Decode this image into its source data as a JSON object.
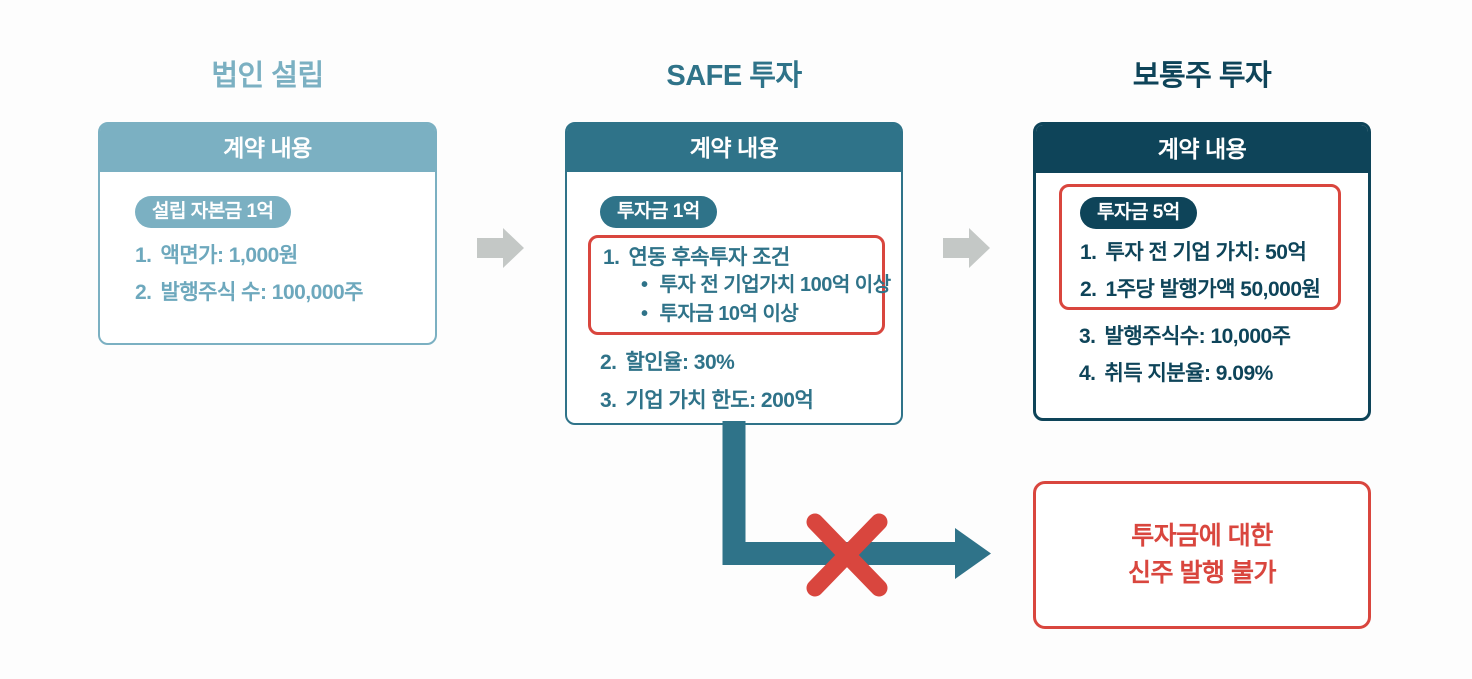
{
  "palette": {
    "light": "#7bb0c2",
    "light-text": "#6da8bd",
    "mid": "#2f7389",
    "dark": "#0e4459",
    "red": "#d9463e",
    "gray": "#c4c8c6",
    "arrow": "#2f7389",
    "bg": "#fdfdfd"
  },
  "columns": [
    {
      "title": "법인 설립",
      "card": {
        "header": "계약 내용",
        "badge": "설립 자본금 1억",
        "items": [
          {
            "num": "1.",
            "text": "액면가: 1,000원"
          },
          {
            "num": "2.",
            "text": "발행주식 수: 100,000주"
          }
        ]
      }
    },
    {
      "title": "SAFE 투자",
      "card": {
        "header": "계약 내용",
        "badge": "투자금 1억",
        "highlight": {
          "item": {
            "num": "1.",
            "text": "연동 후속투자 조건"
          },
          "bullets": [
            "투자 전 기업가치 100억 이상",
            "투자금 10억 이상"
          ]
        },
        "items": [
          {
            "num": "2.",
            "text": "할인율: 30%"
          },
          {
            "num": "3.",
            "text": "기업 가치 한도: 200억"
          }
        ]
      }
    },
    {
      "title": "보통주 투자",
      "card": {
        "header": "계약 내용",
        "highlight": {
          "badge": "투자금 5억",
          "items": [
            {
              "num": "1.",
              "text": "투자 전 기업 가치: 50억"
            },
            {
              "num": "2.",
              "text": "1주당 발행가액 50,000원"
            }
          ]
        },
        "items": [
          {
            "num": "3.",
            "text": "발행주식수: 10,000주"
          },
          {
            "num": "4.",
            "text": "취득 지분율: 9.09%"
          }
        ]
      }
    }
  ],
  "result_box": {
    "lines": [
      "투자금에 대한",
      "신주 발행 불가"
    ]
  }
}
